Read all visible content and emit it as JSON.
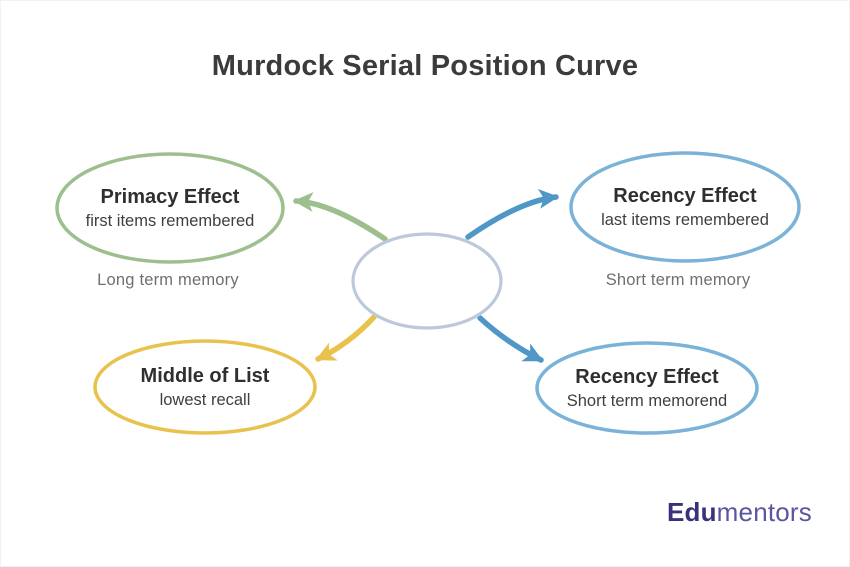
{
  "title": "Murdock Serial Position Curve",
  "nodes": [
    {
      "id": "primacy",
      "title": "Primacy Effect",
      "subtitle": "first items remembered"
    },
    {
      "id": "recency-top",
      "title": "Recency Effect",
      "subtitle": "last items remembered"
    },
    {
      "id": "middle-of-list",
      "title": "Middle of List",
      "subtitle": "lowest recall"
    },
    {
      "id": "recency-bottom",
      "title": "Recency Effect",
      "subtitle": "Short term memorend"
    }
  ],
  "captions": {
    "long_term": "Long term memory",
    "short_term": "Short term memory"
  },
  "logo": {
    "bold": "Edu",
    "light": "mentors"
  },
  "colors": {
    "green": "#9cbf8d",
    "blue_arrow": "#4e97c6",
    "blue_ellipse": "#7ab3d7",
    "yellow": "#e9c24d",
    "center_ellipse": "#bdc9da",
    "title_text": "#3b3b3b",
    "caption_text": "#6f6f6f"
  }
}
